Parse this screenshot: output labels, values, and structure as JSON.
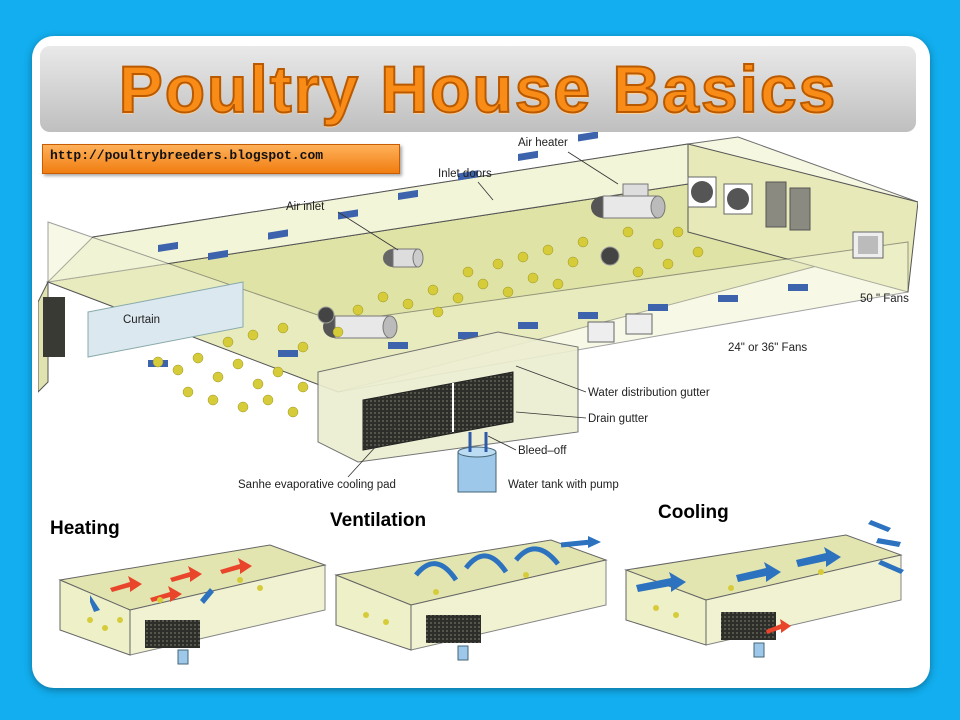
{
  "title": "Poultry House Basics",
  "url": "http://poultrybreeders.blogspot.com",
  "labels": {
    "air_heater": "Air heater",
    "inlet_doors": "Inlet doors",
    "air_inlet": "Air inlet",
    "curtain": "Curtain",
    "fans_50": "50 \" Fans",
    "fans_24_36": "24\" or 36\" Fans",
    "water_gutter": "Water distribution gutter",
    "drain_gutter": "Drain gutter",
    "bleed_off": "Bleed–off",
    "cooling_pad": "Sanhe evaporative cooling pad",
    "water_tank": "Water tank with pump"
  },
  "sections": {
    "heating": "Heating",
    "ventilation": "Ventilation",
    "cooling": "Cooling"
  },
  "colors": {
    "background": "#12aeef",
    "title": "#f98b17",
    "house_wall": "#eef0c8",
    "house_floor": "#dfe3a6",
    "vent_blue": "#2f66b3",
    "heat_arrow": "#e8452a",
    "cool_arrow": "#2c72bf"
  }
}
